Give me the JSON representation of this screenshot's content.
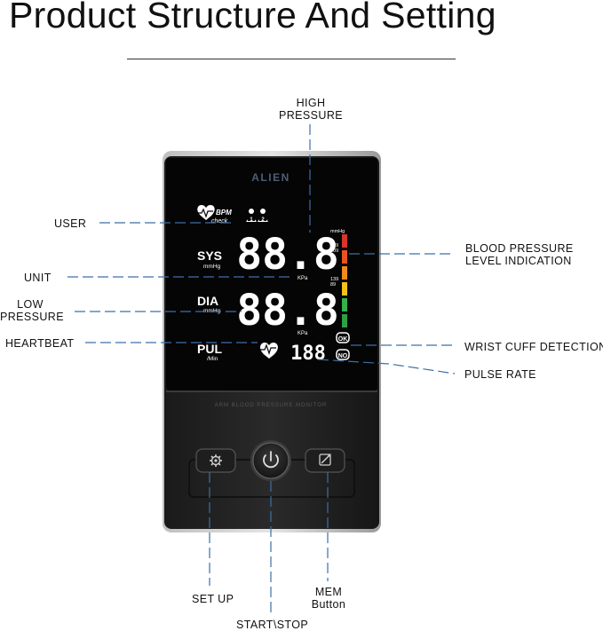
{
  "page": {
    "title": "Product Structure And Setting"
  },
  "device": {
    "brand": "ALIEN",
    "bpm_check": [
      "BPM",
      "check"
    ],
    "sys_label": "SYS",
    "dia_label": "DIA",
    "pul_label": "PUL",
    "sys_unit": "mmHg",
    "dia_unit": "mmHg",
    "pul_unit": "/Min",
    "top_unit": "mmHg",
    "kpa_label_1": "KPa",
    "kpa_label_2": "KPa",
    "sys_reading": "88.8",
    "dia_reading": "88.8",
    "pulse_reading": "188",
    "level_scale_1": [
      "179",
      "109"
    ],
    "level_scale_2": [
      "139",
      "89"
    ],
    "ok_badge": "OK",
    "no_badge": "NO",
    "user_icons": [
      "1",
      "2"
    ],
    "panel_caption": "ARM BLOOD PRESSURE MONITOR",
    "level_colors": [
      "#d9342b",
      "#e8541f",
      "#f08a1c",
      "#f3c21a",
      "#33b24a",
      "#2ea043"
    ]
  },
  "callouts": {
    "high_pressure": [
      "HIGH",
      "PRESSURE"
    ],
    "user": "USER",
    "unit": "UNIT",
    "low_pressure": [
      "LOW",
      "PRESSURE"
    ],
    "heartbeat": "HEARTBEAT",
    "bp_level": [
      "BLOOD PRESSURE",
      "LEVEL INDICATION"
    ],
    "wrist_cuff": "WRIST CUFF DETECTION",
    "pulse_rate": "PULSE RATE",
    "set_up": "SET UP",
    "start_stop": "START\\STOP",
    "mem": [
      "MEM",
      "Button"
    ]
  },
  "buttons": {
    "set_up_icon": "gear-icon",
    "power_icon": "power-icon",
    "mem_icon": "memory-edit-icon"
  }
}
